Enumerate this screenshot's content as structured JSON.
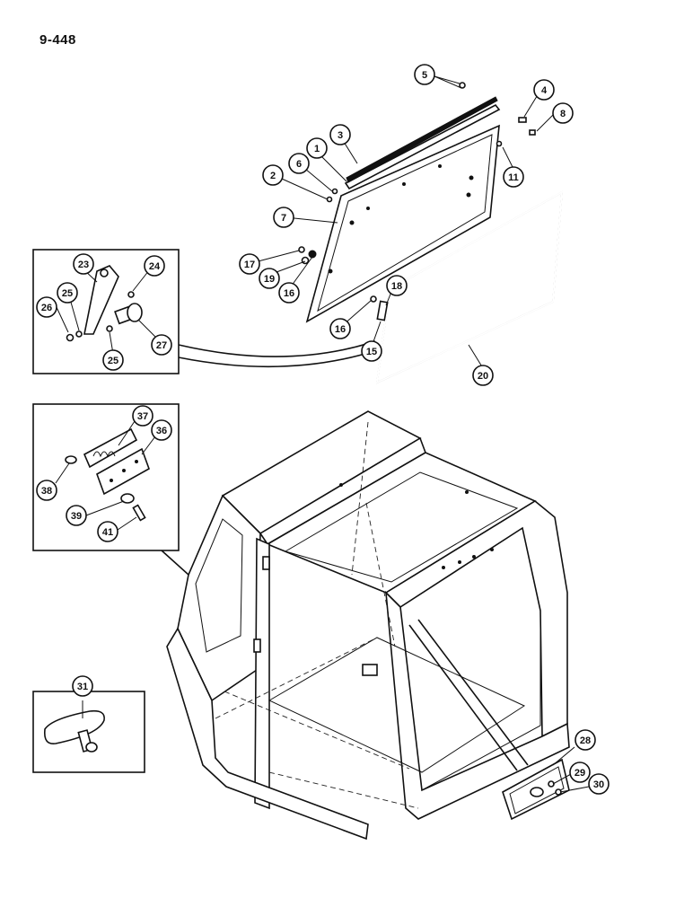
{
  "page": {
    "number": "9-448"
  },
  "callouts": [
    {
      "id": "c5",
      "label": "5"
    },
    {
      "id": "c4",
      "label": "4"
    },
    {
      "id": "c3",
      "label": "3"
    },
    {
      "id": "c8",
      "label": "8"
    },
    {
      "id": "c1",
      "label": "1"
    },
    {
      "id": "c6",
      "label": "6"
    },
    {
      "id": "c2",
      "label": "2"
    },
    {
      "id": "c11",
      "label": "11"
    },
    {
      "id": "c7",
      "label": "7"
    },
    {
      "id": "c17",
      "label": "17"
    },
    {
      "id": "c19",
      "label": "19"
    },
    {
      "id": "c16a",
      "label": "16"
    },
    {
      "id": "c18",
      "label": "18"
    },
    {
      "id": "c16b",
      "label": "16"
    },
    {
      "id": "c15",
      "label": "15"
    },
    {
      "id": "c20",
      "label": "20"
    },
    {
      "id": "c23",
      "label": "23"
    },
    {
      "id": "c24",
      "label": "24"
    },
    {
      "id": "c26",
      "label": "26"
    },
    {
      "id": "c25a",
      "label": "25"
    },
    {
      "id": "c27",
      "label": "27"
    },
    {
      "id": "c25b",
      "label": "25"
    },
    {
      "id": "c37",
      "label": "37"
    },
    {
      "id": "c36",
      "label": "36"
    },
    {
      "id": "c38",
      "label": "38"
    },
    {
      "id": "c39",
      "label": "39"
    },
    {
      "id": "c41",
      "label": "41"
    },
    {
      "id": "c31",
      "label": "31"
    },
    {
      "id": "c28",
      "label": "28"
    },
    {
      "id": "c29",
      "label": "29"
    },
    {
      "id": "c30",
      "label": "30"
    }
  ]
}
